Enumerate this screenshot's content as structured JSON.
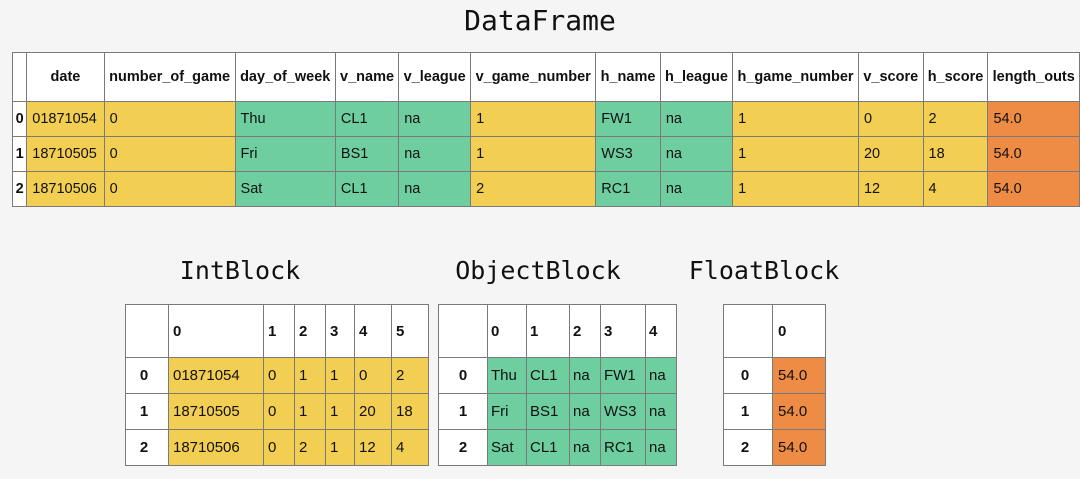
{
  "titles": {
    "dataframe": "DataFrame",
    "intblock": "IntBlock",
    "objectblock": "ObjectBlock",
    "floatblock": "FloatBlock"
  },
  "colors": {
    "yellow": "#f2ce52",
    "green": "#6ecea0",
    "orange": "#ee8b44",
    "white": "#ffffff",
    "background": "#f5f5f5",
    "border": "#7a7a7a"
  },
  "dataframe": {
    "corner_header": "",
    "columns": [
      "date",
      "number_of_game",
      "day_of_week",
      "v_name",
      "v_league",
      "v_game_number",
      "h_name",
      "h_league",
      "h_game_number",
      "v_score",
      "h_score",
      "length_outs"
    ],
    "column_colors": [
      "yellow",
      "yellow",
      "green",
      "green",
      "green",
      "yellow",
      "green",
      "green",
      "yellow",
      "yellow",
      "yellow",
      "orange"
    ],
    "rows": [
      {
        "index": "0",
        "cells": [
          "01871054",
          "0",
          "Thu",
          "CL1",
          "na",
          "1",
          "FW1",
          "na",
          "1",
          "0",
          "2",
          "54.0"
        ]
      },
      {
        "index": "1",
        "cells": [
          "18710505",
          "0",
          "Fri",
          "BS1",
          "na",
          "1",
          "WS3",
          "na",
          "1",
          "20",
          "18",
          "54.0"
        ]
      },
      {
        "index": "2",
        "cells": [
          "18710506",
          "0",
          "Sat",
          "CL1",
          "na",
          "2",
          "RC1",
          "na",
          "1",
          "12",
          "4",
          "54.0"
        ]
      }
    ]
  },
  "intblock": {
    "corner_header": "",
    "columns": [
      "0",
      "1",
      "2",
      "3",
      "4",
      "5"
    ],
    "tint": "yellow",
    "rows": [
      {
        "index": "0",
        "cells": [
          "01871054",
          "0",
          "1",
          "1",
          "0",
          "2"
        ]
      },
      {
        "index": "1",
        "cells": [
          "18710505",
          "0",
          "1",
          "1",
          "20",
          "18"
        ]
      },
      {
        "index": "2",
        "cells": [
          "18710506",
          "0",
          "2",
          "1",
          "12",
          "4"
        ]
      }
    ]
  },
  "objectblock": {
    "corner_header": "",
    "columns": [
      "0",
      "1",
      "2",
      "3",
      "4"
    ],
    "tint": "green",
    "rows": [
      {
        "index": "0",
        "cells": [
          "Thu",
          "CL1",
          "na",
          "FW1",
          "na"
        ]
      },
      {
        "index": "1",
        "cells": [
          "Fri",
          "BS1",
          "na",
          "WS3",
          "na"
        ]
      },
      {
        "index": "2",
        "cells": [
          "Sat",
          "CL1",
          "na",
          "RC1",
          "na"
        ]
      }
    ]
  },
  "floatblock": {
    "corner_header": "",
    "columns": [
      "0"
    ],
    "tint": "orange",
    "rows": [
      {
        "index": "0",
        "cells": [
          "54.0"
        ]
      },
      {
        "index": "1",
        "cells": [
          "54.0"
        ]
      },
      {
        "index": "2",
        "cells": [
          "54.0"
        ]
      }
    ]
  }
}
